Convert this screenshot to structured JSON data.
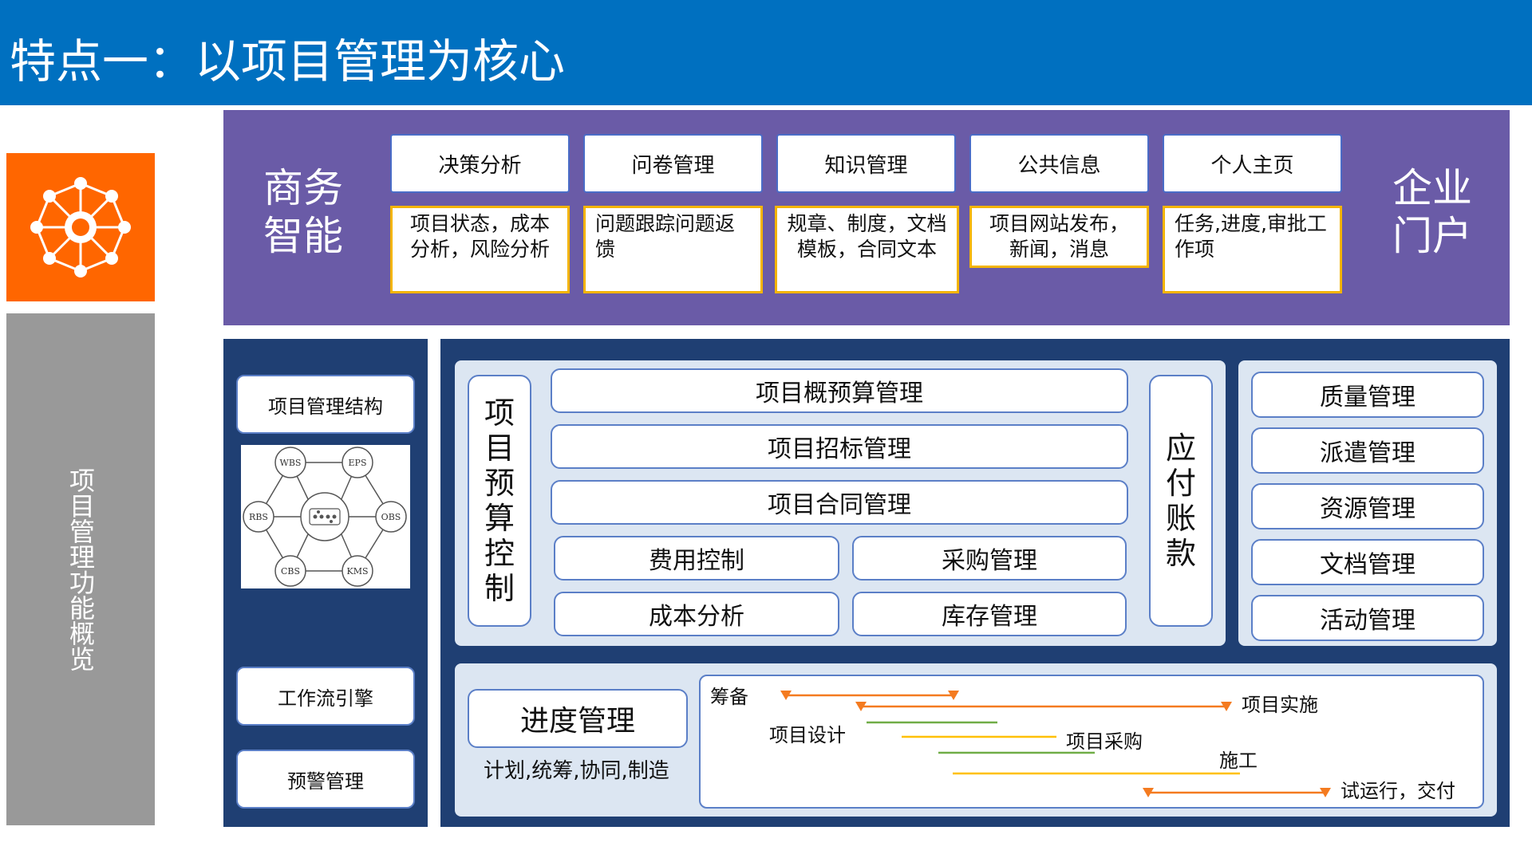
{
  "title": "特点一：以项目管理为核心",
  "left_column": {
    "icon": "network-hub-icon",
    "vertical_label": "项目管理功能概览",
    "colors": {
      "orange": "#FF6600",
      "gray": "#999999"
    }
  },
  "business_intelligence": {
    "label": "商务智能",
    "portal_label": "企业门户",
    "modules": [
      {
        "name": "决策分析",
        "detail": "项目状态，成本分析，风险分析"
      },
      {
        "name": "问卷管理",
        "detail": "问题跟踪问题返馈"
      },
      {
        "name": "知识管理",
        "detail": "规章、制度，文档模板，合同文本"
      },
      {
        "name": "公共信息",
        "detail": "项目网站发布，新闻，消息"
      },
      {
        "name": "个人主页",
        "detail": "任务,进度,审批工作项"
      }
    ]
  },
  "left_panel": {
    "structure_button": "项目管理结构",
    "hex_nodes": [
      "WBS",
      "EPS",
      "OBS",
      "KMS",
      "CBS",
      "RBS"
    ],
    "workflow_button": "工作流引擎",
    "alert_button": "预警管理"
  },
  "budget_section": {
    "vertical_label": "项目预算控制",
    "rows": [
      "项目概预算管理",
      "项目招标管理",
      "项目合同管理"
    ],
    "pairs": [
      [
        "费用控制",
        "采购管理"
      ],
      [
        "成本分析",
        "库存管理"
      ]
    ],
    "receivable_label": "应付账款"
  },
  "management_list": [
    "质量管理",
    "派遣管理",
    "资源管理",
    "文档管理",
    "活动管理"
  ],
  "schedule": {
    "title": "进度管理",
    "subtitle": "计划,统筹,协同,制造",
    "gantt_labels": {
      "prep": "筹备",
      "implement": "项目实施",
      "design": "项目设计",
      "purchase": "项目采购",
      "construct": "施工",
      "trial": "试运行，交付"
    }
  },
  "colors": {
    "header_blue": "#0070C0",
    "bi_purple": "#6A5BA7",
    "navy": "#1F3F73",
    "light_box": "#DCE6F2",
    "gold_border": "#F3B400",
    "gantt_orange": "#F47B20",
    "gantt_green": "#70AD47",
    "gantt_yellow": "#FFC000"
  }
}
